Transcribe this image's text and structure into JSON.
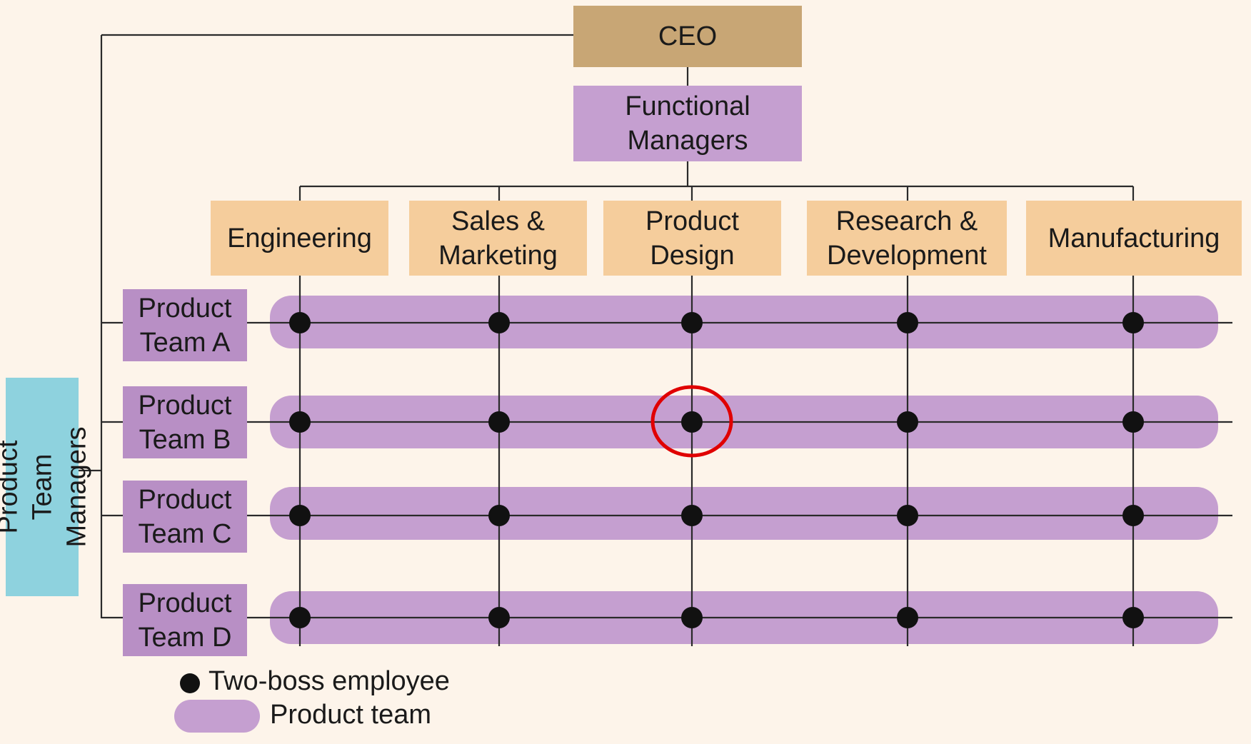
{
  "colors": {
    "background": "#fdf4ea",
    "ceo_box": "#c8a675",
    "functional_managers_box": "#c59fd0",
    "department_box": "#f5cd9c",
    "product_team_label_box": "#b88fc5",
    "product_team_band": "#c59fd0",
    "product_team_managers_box": "#8ed2de",
    "lines": "#2a2a2a",
    "two_boss_dot": "#111111",
    "highlight_circle": "#e00000"
  },
  "ceo": {
    "label": "CEO"
  },
  "functional_managers": {
    "label": "Functional\nManagers"
  },
  "departments": [
    {
      "label": "Engineering"
    },
    {
      "label": "Sales &\nMarketing"
    },
    {
      "label": "Product\nDesign"
    },
    {
      "label": "Research &\nDevelopment"
    },
    {
      "label": "Manufacturing"
    }
  ],
  "product_teams": [
    {
      "label": "Product\nTeam A"
    },
    {
      "label": "Product\nTeam B"
    },
    {
      "label": "Product\nTeam C"
    },
    {
      "label": "Product\nTeam D"
    }
  ],
  "product_team_managers": {
    "label": "Product Team\nManagers"
  },
  "highlight": {
    "team": "Product Team B",
    "department": "Product Design"
  },
  "legend": {
    "dot_label": "Two-boss employee",
    "band_label": "Product team"
  }
}
